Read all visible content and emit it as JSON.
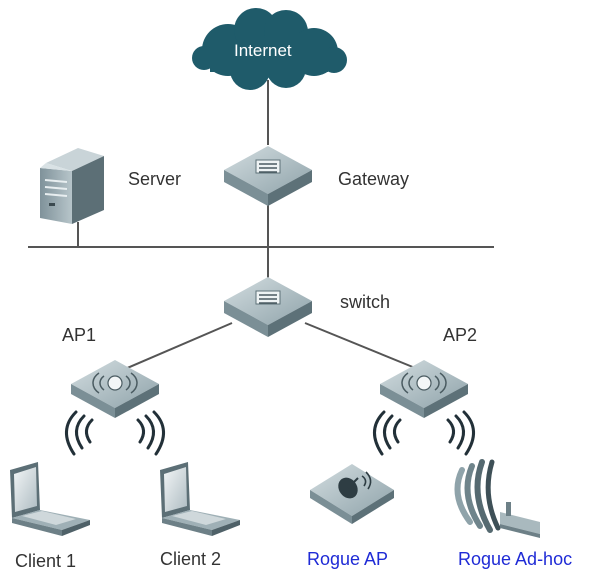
{
  "internet_label": "Internet",
  "server_label": "Server",
  "gateway_label": "Gateway",
  "switch_label": "switch",
  "ap1_label": "AP1",
  "ap2_label": "AP2",
  "client1_label": "Client 1",
  "client2_label": "Client 2",
  "rogue_ap_label": "Rogue AP",
  "rogue_adhoc_label": "Rogue Ad-hoc",
  "colors": {
    "cloud": "#1f5b6a",
    "device": "#9fb0b6",
    "rogue_label": "#1f2bd6",
    "link": "#555555",
    "wireless": "#223038"
  },
  "icons": [
    "cloud-icon",
    "server-icon",
    "gateway-icon",
    "switch-icon",
    "access-point-icon",
    "laptop-icon",
    "rogue-ap-icon",
    "wireless-signal-icon"
  ]
}
